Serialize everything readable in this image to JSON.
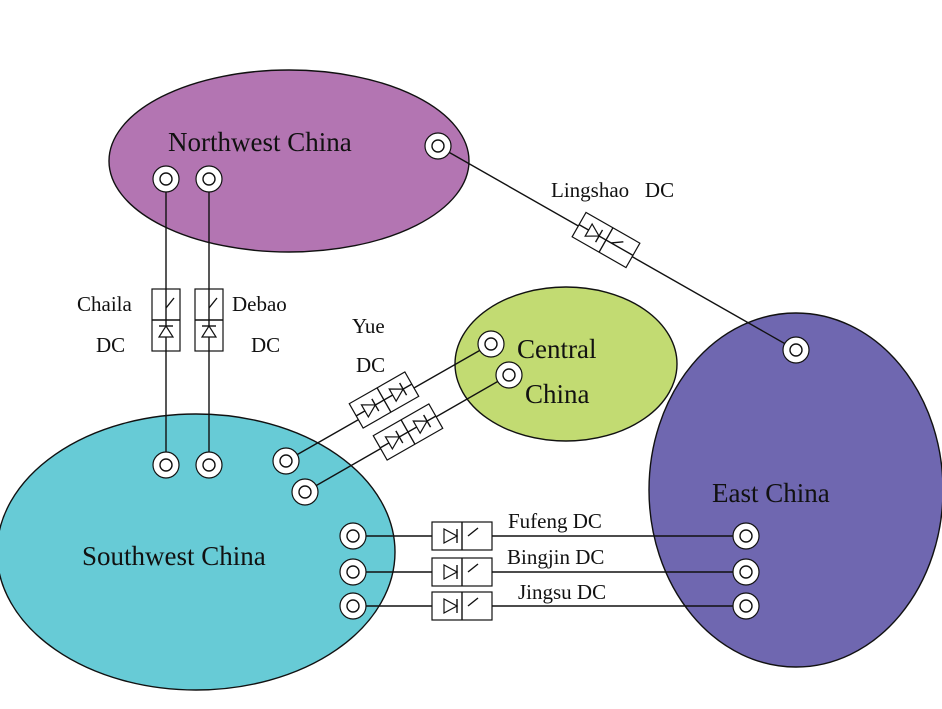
{
  "regions": {
    "northwest": {
      "label": "Northwest China",
      "color": "#b375b2"
    },
    "central": {
      "label_line1": "Central",
      "label_line2": "China",
      "color": "#c2db72"
    },
    "southwest": {
      "label": "Southwest China",
      "color": "#67cbd6"
    },
    "east": {
      "label": "East China",
      "color": "#6f67b0"
    }
  },
  "lines": {
    "lingshao": {
      "label": "Lingshao   DC"
    },
    "chaila": {
      "label_line1": "Chaila",
      "label_line2": "DC"
    },
    "debao": {
      "label_line1": "Debao",
      "label_line2": "DC"
    },
    "yue": {
      "label_line1": "Yue",
      "label_line2": "DC"
    },
    "fufeng": {
      "label": "Fufeng DC"
    },
    "bingjin": {
      "label": "Bingjin DC"
    },
    "jingsu": {
      "label": "Jingsu DC"
    }
  }
}
